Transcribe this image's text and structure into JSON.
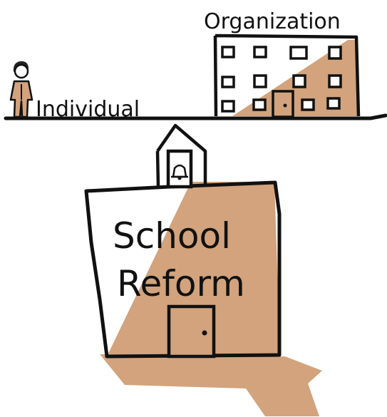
{
  "labels": {
    "organization": "Organization",
    "individual": "Individual",
    "school_line1": "School",
    "school_line2": "Reform"
  },
  "colors": {
    "ink": "#111111",
    "fill": "#d2a37c",
    "background": "#ffffff"
  },
  "icons": {
    "person": "person-figure-icon",
    "building": "office-building-icon",
    "bell": "bell-icon"
  }
}
